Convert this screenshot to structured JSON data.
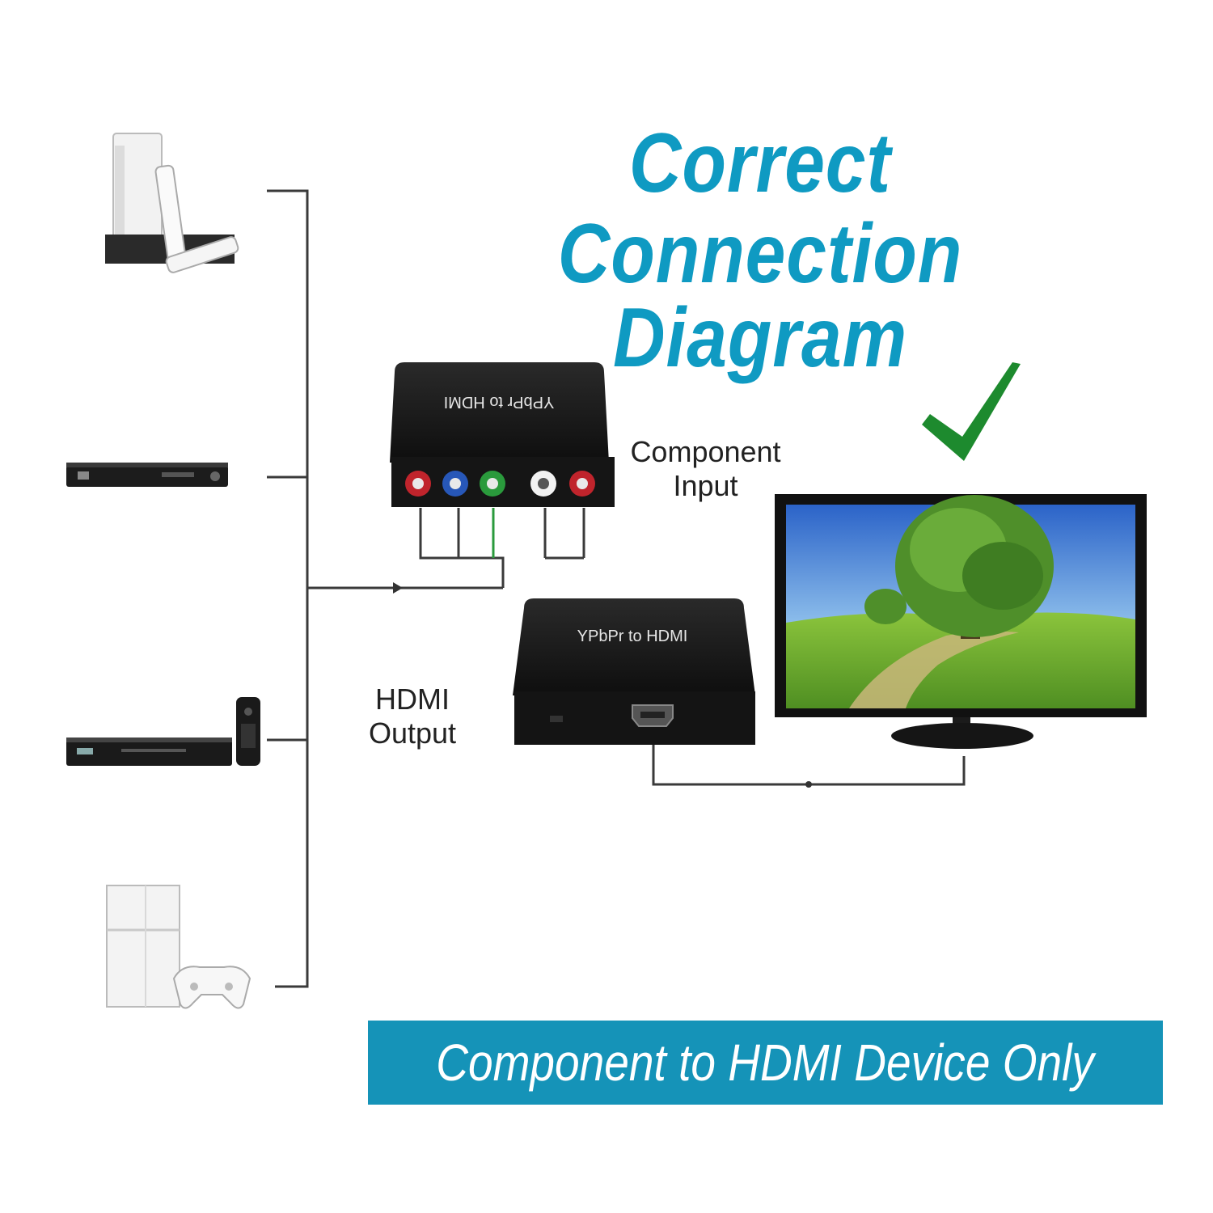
{
  "title": {
    "line1": "Correct",
    "line2": "Connection Diagram"
  },
  "labels": {
    "component_input_1": "Component",
    "component_input_2": "Input",
    "hdmi_output_1": "HDMI",
    "hdmi_output_2": "Output"
  },
  "adapter_label": "YPbPr to HDMI",
  "banner": "Component to HDMI Device Only",
  "colors": {
    "title": "#0f9ac2",
    "banner_bg": "#1593b8",
    "check": "#1d8a2e",
    "rca_red": "#c0242c",
    "rca_blue": "#2757b8",
    "rca_green": "#2a9a3c"
  },
  "icons": [
    "wii-console-icon",
    "dvd-player-icon",
    "set-top-box-icon",
    "ps4-console-icon",
    "checkmark-icon",
    "tv-icon"
  ]
}
